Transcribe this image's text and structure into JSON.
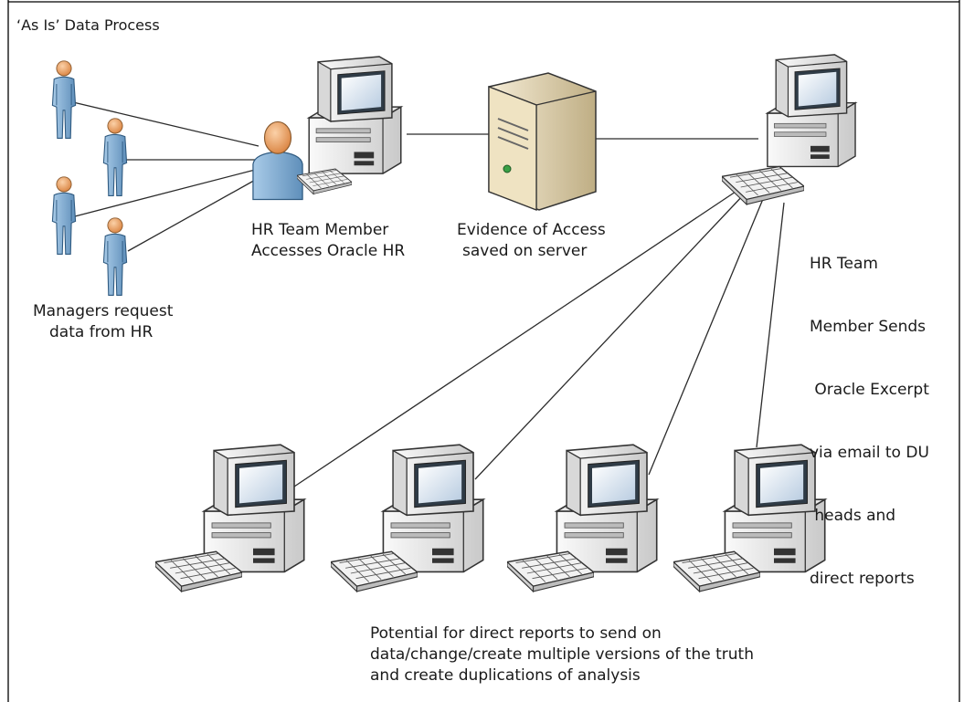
{
  "title": "‘As Is’ Data Process",
  "nodes": {
    "managers": {
      "label_lines": [
        "Managers request",
        "data from HR"
      ]
    },
    "hr_member": {
      "label_lines": [
        "HR Team Member",
        "Accesses Oracle HR"
      ]
    },
    "server": {
      "label_lines": [
        "Evidence of Access",
        "saved on server"
      ]
    },
    "sender": {
      "label_lines": [
        "HR Team",
        "Member Sends",
        " Oracle Excerpt",
        "via email to DU",
        " heads and",
        "direct reports"
      ]
    },
    "recipients": {
      "label_lines": [
        "Potential for direct reports to send on",
        "data/change/create multiple versions of the truth",
        "and create duplications of analysis"
      ]
    }
  },
  "icons": {
    "manager_figure": "person-icon",
    "hr_figure": "person-icon",
    "workstation": "desktop-computer-icon",
    "server": "server-tower-icon"
  },
  "colors": {
    "border": "#000000",
    "line": "#2b2b2b",
    "person_blue": "#8fb6d8",
    "person_head": "#f0a060",
    "computer_body": "#eeeeee",
    "screen": "#cfe0f0"
  }
}
